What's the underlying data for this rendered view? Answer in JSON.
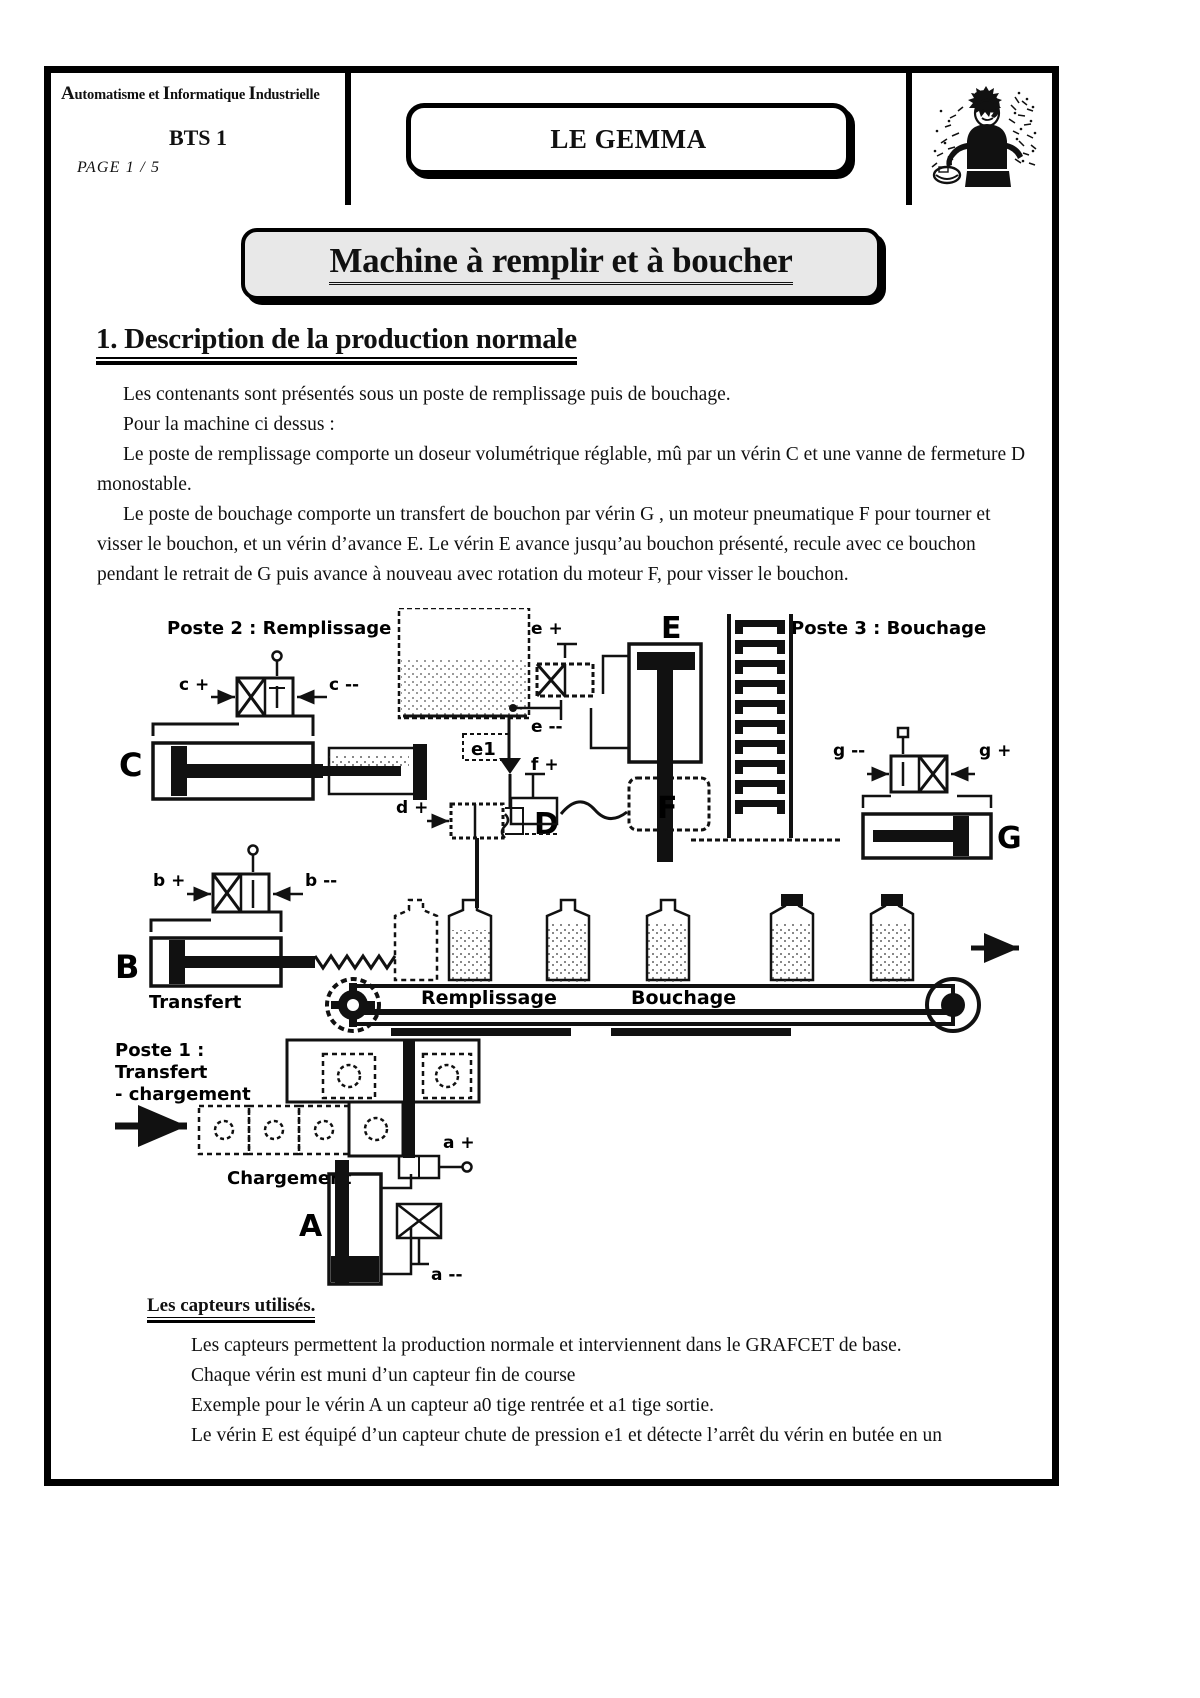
{
  "header": {
    "dept_line": "Automatisme et Informatique Industrielle",
    "dept_parts": {
      "a": "A",
      "w1": "utomatisme et ",
      "i1": "I",
      "w2": "nformatique ",
      "i2": "I",
      "w3": "ndustrielle"
    },
    "course": "BTS 1",
    "page": "PAGE 1 / 5",
    "title_box": "LE GEMMA",
    "logo_icon": "engineer-illustration"
  },
  "doc_title": "Machine à remplir et à boucher",
  "section": {
    "number_and_title": "1. Description de la production normale"
  },
  "body": {
    "p1": "Les contenants sont présentés sous un poste de remplissage puis de bouchage.",
    "p2": "Pour la machine ci dessus :",
    "p3": "Le poste de remplissage comporte un doseur volumétrique réglable, mû par un vérin C et une vanne de fermeture D monostable.",
    "p4": "Le poste de bouchage comporte un transfert de bouchon par vérin G , un moteur pneumatique F pour tourner et visser le bouchon, et un vérin d’avance E. Le vérin E avance jusqu’au bouchon présenté, recule avec ce bouchon pendant le retrait de G puis avance  à nouveau avec rotation du moteur F, pour visser le bouchon."
  },
  "diagram": {
    "poste2_label": "Poste 2 : Remplissage",
    "poste3_label": "Poste 3 : Bouchage",
    "poste1_label_1": "Poste 1 :",
    "poste1_label_2": "Transfert",
    "poste1_label_3": "- chargement",
    "chargement_label": "Chargement",
    "transfert_label": "Transfert",
    "remplissage_label": "Remplissage",
    "bouchage_label": "Bouchage",
    "cylinders": {
      "A": "A",
      "B": "B",
      "C": "C",
      "D": "D",
      "E": "E",
      "F": "F",
      "G": "G"
    },
    "valve_labels": {
      "a_plus": "a +",
      "a_minus": "a --",
      "b_plus": "b +",
      "b_minus": "b --",
      "c_plus": "c +",
      "c_minus": "c --",
      "d_plus": "d +",
      "e_plus": "e +",
      "e_minus": "e --",
      "e_one": "e1",
      "f_plus": "f +",
      "g_plus": "g +",
      "g_minus": "g --"
    }
  },
  "capteurs": {
    "heading": "Les capteurs utilisés.",
    "l1": "Les capteurs permettent la production normale et interviennent dans le GRAFCET de base.",
    "l2": "Chaque vérin est muni d’un capteur fin de course",
    "l3": "Exemple pour le vérin A un capteur a0 tige rentrée et a1 tige sortie.",
    "l4": "Le vérin E est équipé d’un capteur chute de pression e1 et détecte l’arrêt du vérin en butée en un"
  },
  "colors": {
    "ink": "#000000",
    "paper": "#ffffff",
    "title_fill": "#e8e8e8"
  }
}
